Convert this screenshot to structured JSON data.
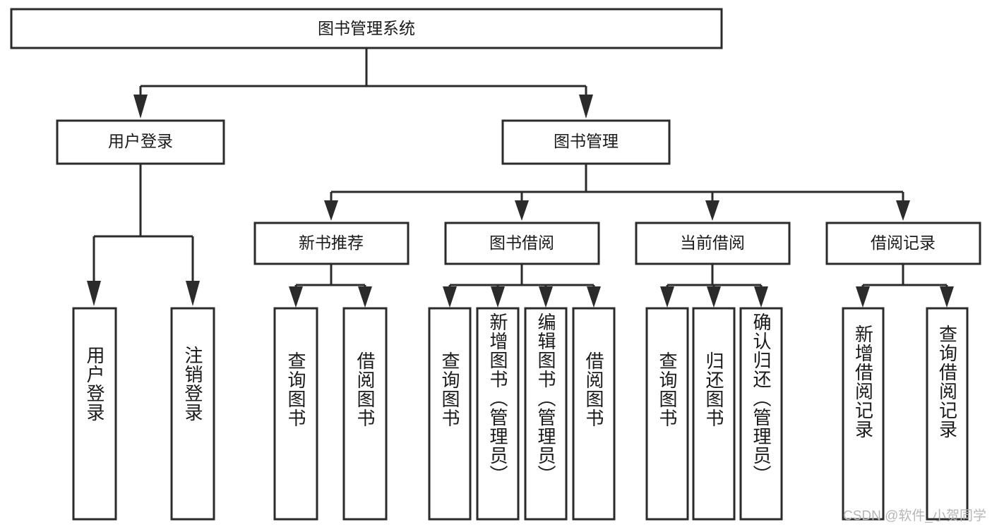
{
  "diagram": {
    "type": "hierarchy-tree",
    "title": "图书管理系统",
    "watermark": "CSDN @软件_小贺同学",
    "colors": {
      "background": "#ffffff",
      "stroke": "#2b2b2b",
      "box_fill": "#ffffff",
      "text": "#1a1a1a",
      "watermark": "#b6b6b6"
    },
    "root": {
      "label": "图书管理系统"
    },
    "level2": [
      {
        "label": "用户登录"
      },
      {
        "label": "图书管理"
      }
    ],
    "level3": [
      {
        "label": "新书推荐"
      },
      {
        "label": "图书借阅"
      },
      {
        "label": "当前借阅"
      },
      {
        "label": "借阅记录"
      }
    ],
    "leaves": {
      "user_login": [
        {
          "label": "用户登录"
        },
        {
          "label": "注销登录"
        }
      ],
      "new_book_recommend": [
        {
          "label": "查询图书"
        },
        {
          "label": "借阅图书"
        }
      ],
      "book_borrow": [
        {
          "label": "查询图书"
        },
        {
          "label": "新增图书（管理员）"
        },
        {
          "label": "编辑图书（管理员）"
        },
        {
          "label": "借阅图书"
        }
      ],
      "current_borrow": [
        {
          "label": "查询图书"
        },
        {
          "label": "归还图书"
        },
        {
          "label": "确认归还（管理员）"
        }
      ],
      "borrow_record": [
        {
          "label": "新增借阅记录"
        },
        {
          "label": "查询借阅记录"
        }
      ]
    }
  }
}
